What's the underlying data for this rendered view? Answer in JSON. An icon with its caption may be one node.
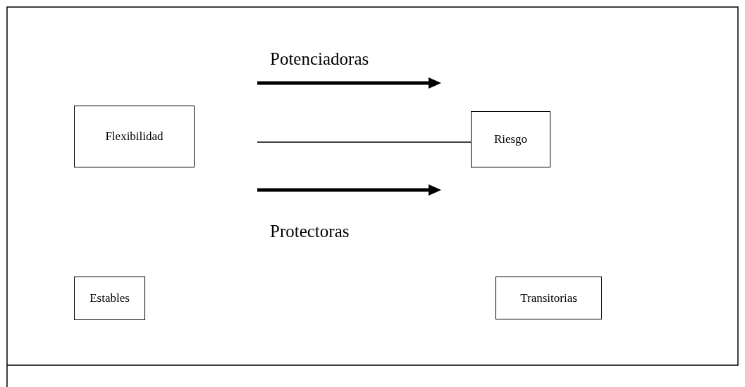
{
  "diagram": {
    "nodes": [
      {
        "text": [
          "Flexibilidad"
        ]
      },
      {
        "text": [
          "Riesgo"
        ]
      },
      {
        "text": [
          "Estables"
        ]
      },
      {
        "text": [
          "Transitorias"
        ]
      }
    ],
    "edges": [
      {
        "from": null,
        "to": 1,
        "arrow": "none"
      }
    ],
    "labels": [
      "Potenciadoras",
      "Protectoras"
    ]
  }
}
